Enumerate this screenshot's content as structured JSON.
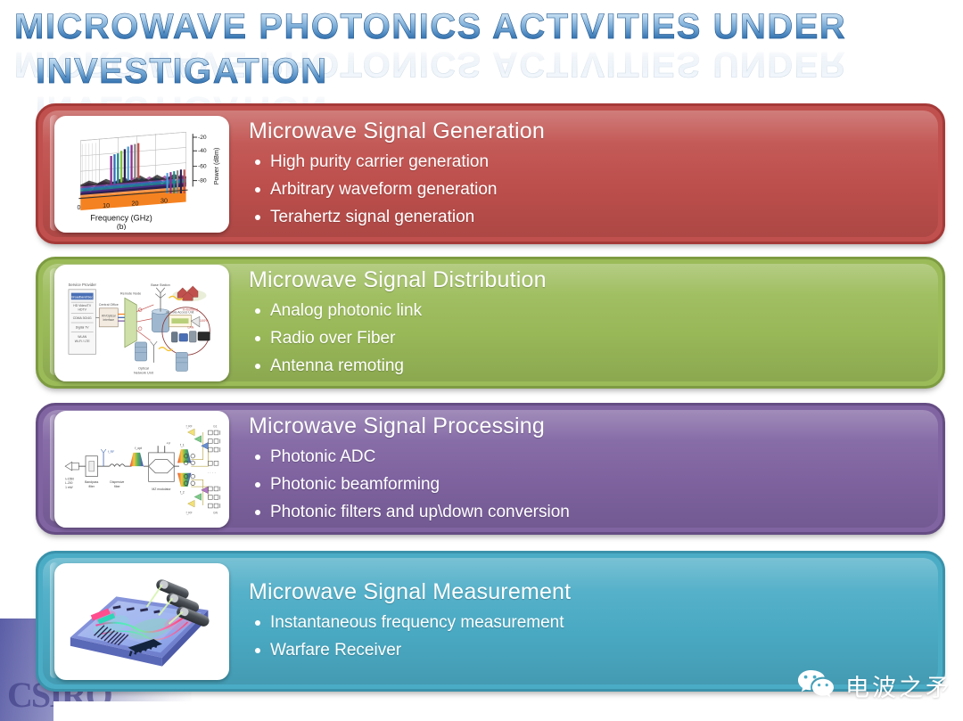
{
  "title": {
    "line1": "Microwave Photonics Activities Under",
    "line2": "Investigation",
    "text_gradient_top": "#eaf3fb",
    "text_gradient_bottom": "#2f6ead"
  },
  "corner": {
    "wordmark": "CSIRO"
  },
  "panels": [
    {
      "heading": "Microwave Signal Generation",
      "color": "#C0504D",
      "border_color": "#A53A38",
      "bullets": [
        "High purity carrier generation",
        "Arbitrary waveform generation",
        "Terahertz signal generation"
      ],
      "thumbnail": {
        "name": "waterfall-spectrum-plot",
        "type": "3d-waterfall-spectrum",
        "xlabel": "Frequency (GHz)",
        "ylabel": "Power (dBm)",
        "xticks": [
          "0",
          "10",
          "20",
          "30"
        ],
        "yticks": [
          "-20",
          "-40",
          "-60",
          "-80"
        ],
        "panel_label": "(b)"
      }
    },
    {
      "heading": "Microwave Signal Distribution",
      "color": "#9BBB59",
      "border_color": "#7D9B41",
      "bullets": [
        "Analog photonic link",
        "Radio over Fiber",
        "Antenna remoting"
      ],
      "thumbnail": {
        "name": "radio-over-fiber-network-diagram",
        "type": "network-diagram",
        "labels": [
          "Service Provider",
          "Broadband voice / Security",
          "HD Video / TV / HDTV",
          "CDMA / 3G / 4G",
          "Digital TV",
          "WLAN Wi-Fi / LTE",
          "Central Office",
          "RF Optical Interface",
          "Remote Node",
          "Base Station",
          "Remote Access Unit",
          "In-building",
          "Optical Network Unit"
        ]
      }
    },
    {
      "heading": "Microwave Signal Processing",
      "color": "#8064A2",
      "border_color": "#654D83",
      "bullets": [
        "Photonic ADC",
        "Photonic beamforming",
        "Photonic filters and up\\down conversion"
      ],
      "thumbnail": {
        "name": "photonic-processing-schematic",
        "type": "optical-schematic",
        "labels": [
          "Bandpass filter",
          "Dispersive fiber",
          "MZ modulator"
        ]
      }
    },
    {
      "heading": "Microwave Signal Measurement",
      "color": "#4BACC6",
      "border_color": "#3A92AB",
      "bullets": [
        "Instantaneous frequency measurement",
        "Warfare Receiver"
      ],
      "thumbnail": {
        "name": "photonic-integrated-chip",
        "type": "chip-illustration"
      }
    }
  ],
  "watermark": {
    "label": "电波之矛",
    "icon": "wechat-icon",
    "color": "#FFFFFF"
  }
}
